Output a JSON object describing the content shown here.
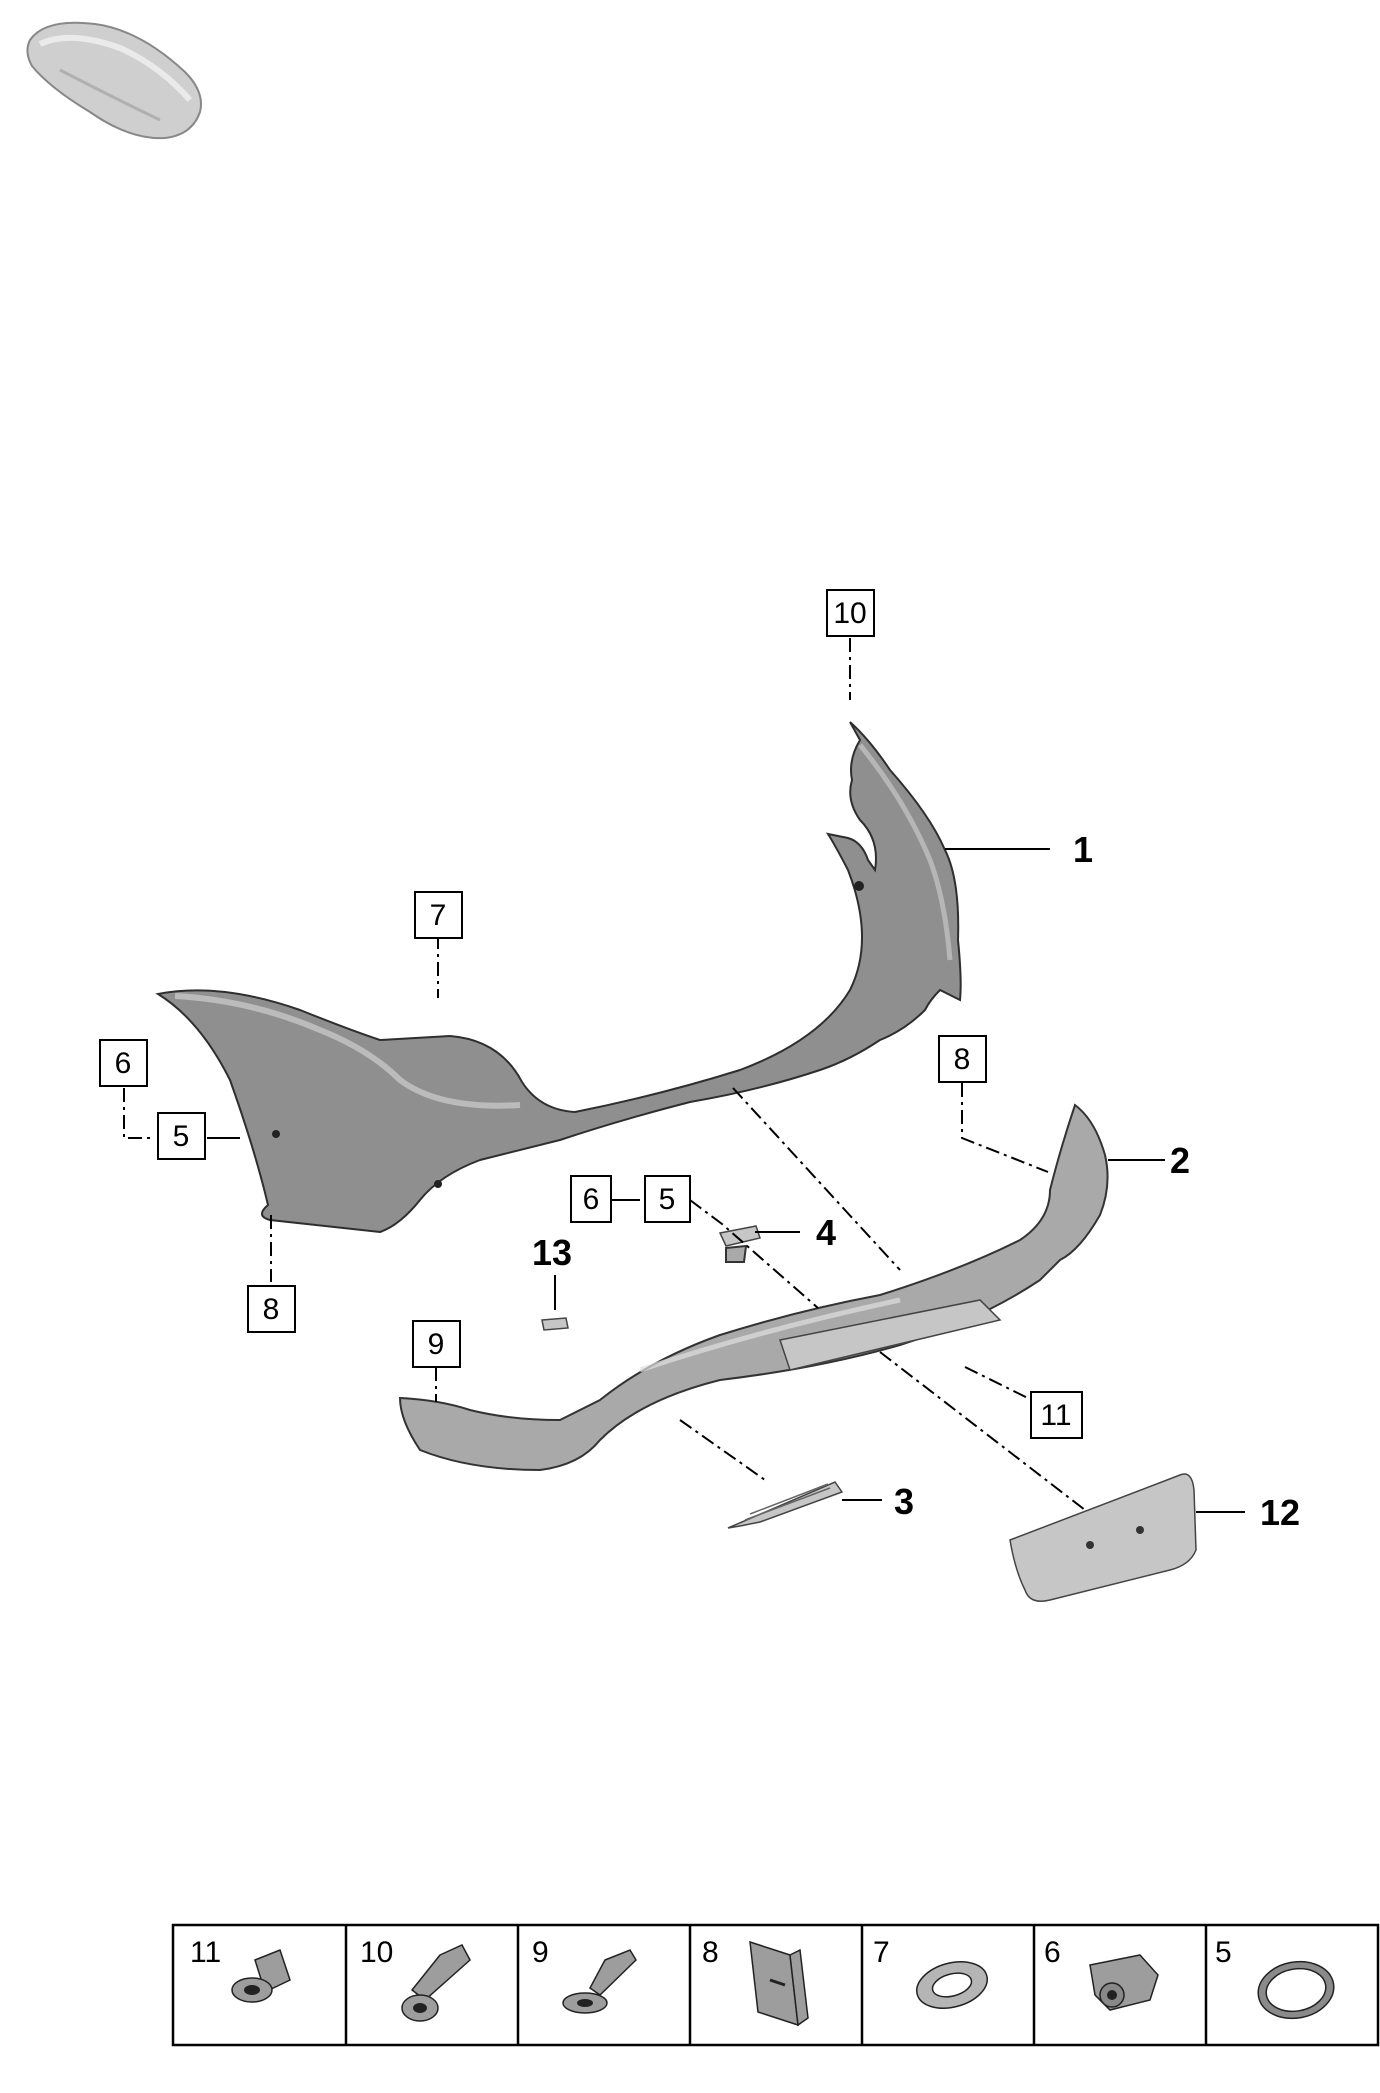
{
  "diagram": {
    "callouts": [
      {
        "id": "c1",
        "label": "1"
      },
      {
        "id": "c2",
        "label": "2"
      },
      {
        "id": "c3",
        "label": "3"
      },
      {
        "id": "c4",
        "label": "4"
      },
      {
        "id": "c12",
        "label": "12"
      },
      {
        "id": "c13",
        "label": "13"
      }
    ],
    "boxed_refs": [
      {
        "id": "b10",
        "label": "10"
      },
      {
        "id": "b7",
        "label": "7"
      },
      {
        "id": "b6a",
        "label": "6"
      },
      {
        "id": "b5a",
        "label": "5"
      },
      {
        "id": "b8a",
        "label": "8"
      },
      {
        "id": "b8b",
        "label": "8"
      },
      {
        "id": "b6b",
        "label": "6"
      },
      {
        "id": "b5b",
        "label": "5"
      },
      {
        "id": "b9",
        "label": "9"
      },
      {
        "id": "b11",
        "label": "11"
      }
    ],
    "hardware_strip": [
      {
        "label": "11",
        "icon": "rivet-nut-icon"
      },
      {
        "label": "10",
        "icon": "bolt-icon"
      },
      {
        "label": "9",
        "icon": "screw-icon"
      },
      {
        "label": "8",
        "icon": "clip-nut-icon"
      },
      {
        "label": "7",
        "icon": "seal-ring-icon"
      },
      {
        "label": "6",
        "icon": "sensor-icon"
      },
      {
        "label": "5",
        "icon": "o-ring-icon"
      }
    ]
  }
}
